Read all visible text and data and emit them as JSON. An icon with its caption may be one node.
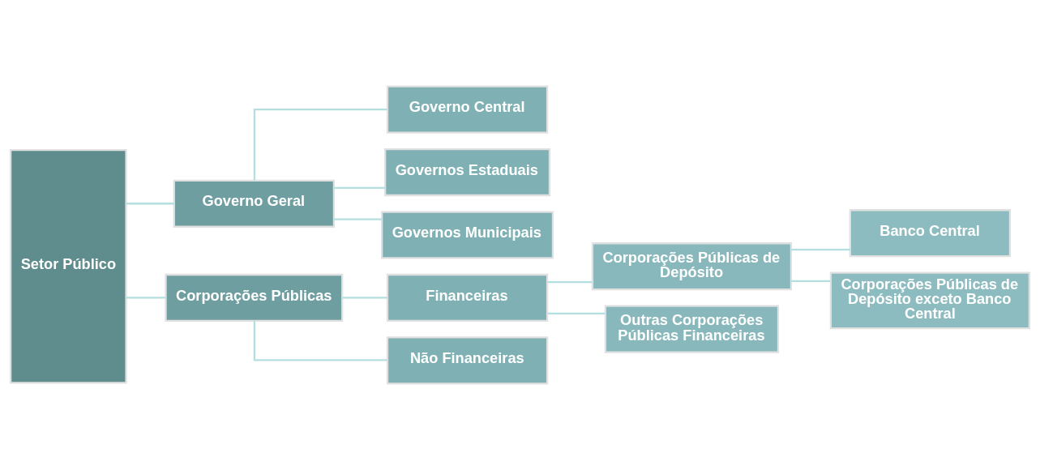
{
  "diagram": {
    "nodes": [
      {
        "text": [
          "Setor Público"
        ]
      },
      {
        "text": [
          "Governo Geral"
        ]
      },
      {
        "text": [
          "Governo Central"
        ]
      },
      {
        "text": [
          "Governos Estaduais"
        ]
      },
      {
        "text": [
          "Governos Municipais"
        ]
      },
      {
        "text": [
          "Corporações Públicas"
        ]
      },
      {
        "text": [
          "Financeiras"
        ]
      },
      {
        "text": [
          "Não Financeiras"
        ]
      },
      {
        "text": [
          "Corporações Públicas de Depósito"
        ]
      },
      {
        "text": [
          "Outras Corporações Públicas Financeiras"
        ]
      },
      {
        "text": [
          "Banco Central"
        ]
      },
      {
        "text": [
          "Corporações Públicas de Depósito exceto Banco Central"
        ]
      }
    ],
    "edges": [
      {
        "from": 0,
        "to": 1,
        "arrow": "none"
      },
      {
        "from": 0,
        "to": 5,
        "arrow": "none"
      },
      {
        "from": 1,
        "to": 2,
        "arrow": "none"
      },
      {
        "from": 1,
        "to": 3,
        "arrow": "none"
      },
      {
        "from": 1,
        "to": 4,
        "arrow": "none"
      },
      {
        "from": 5,
        "to": 6,
        "arrow": "none"
      },
      {
        "from": 5,
        "to": 7,
        "arrow": "none"
      },
      {
        "from": 6,
        "to": 8,
        "arrow": "none"
      },
      {
        "from": 6,
        "to": 9,
        "arrow": "none"
      },
      {
        "from": 8,
        "to": 10,
        "arrow": "none"
      },
      {
        "from": 8,
        "to": 11,
        "arrow": "none"
      }
    ]
  }
}
